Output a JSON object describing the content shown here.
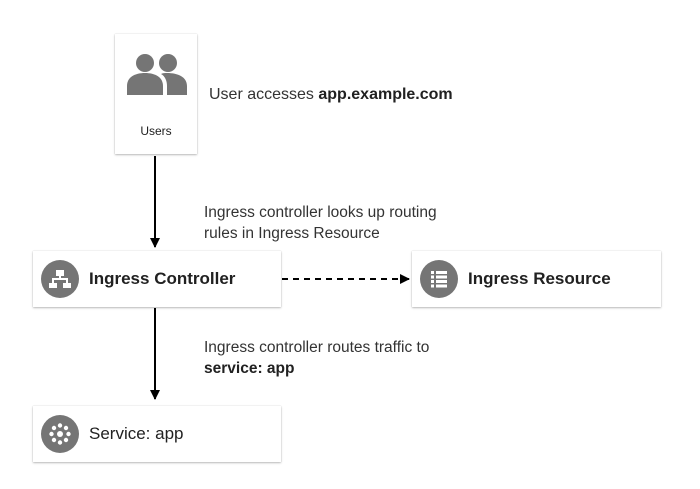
{
  "nodes": {
    "users": {
      "label": "Users",
      "icon": "users-icon"
    },
    "controller": {
      "label": "Ingress Controller",
      "icon": "sitemap-icon"
    },
    "resource": {
      "label": "Ingress Resource",
      "icon": "list-icon"
    },
    "service": {
      "label": "Service: app",
      "icon": "service-dots-icon"
    }
  },
  "captions": {
    "user_access": {
      "prefix": "User accesses ",
      "host": "app.example.com"
    },
    "lookup": {
      "line1": "Ingress controller looks up routing",
      "line2": "rules in Ingress Resource"
    },
    "route": {
      "line1": "Ingress controller routes traffic to",
      "line2": "service: app"
    }
  },
  "colors": {
    "icon_bg": "#757575",
    "arrow": "#000000",
    "card_bg": "#ffffff"
  }
}
